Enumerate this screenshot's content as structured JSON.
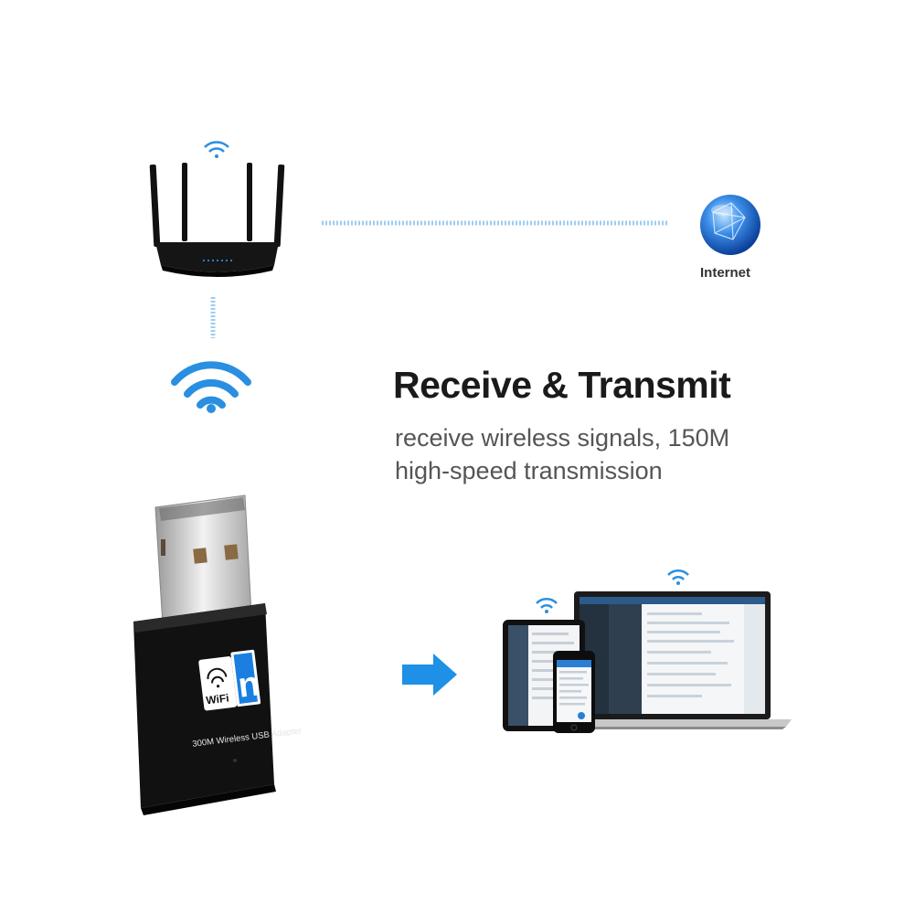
{
  "headline": "Receive & Transmit",
  "subtitle": {
    "line1": "receive wireless signals, 150M",
    "line2": "high-speed transmission"
  },
  "internet": {
    "label": "Internet",
    "icon": "globe-icon"
  },
  "adapter": {
    "badge_wifi": "WiFi",
    "badge_n": "n",
    "model_text": "300M Wireless USB Adapter"
  },
  "colors": {
    "wifi_blue": "#2a8fe0",
    "arrow_blue": "#1e90e6",
    "globe_blue": "#1f6fcf",
    "adapter_body": "#111111"
  },
  "icons": [
    "wifi-icon",
    "router-icon",
    "globe-icon",
    "usb-adapter-icon",
    "arrow-right-icon",
    "laptop-icon",
    "tablet-icon",
    "phone-icon"
  ]
}
